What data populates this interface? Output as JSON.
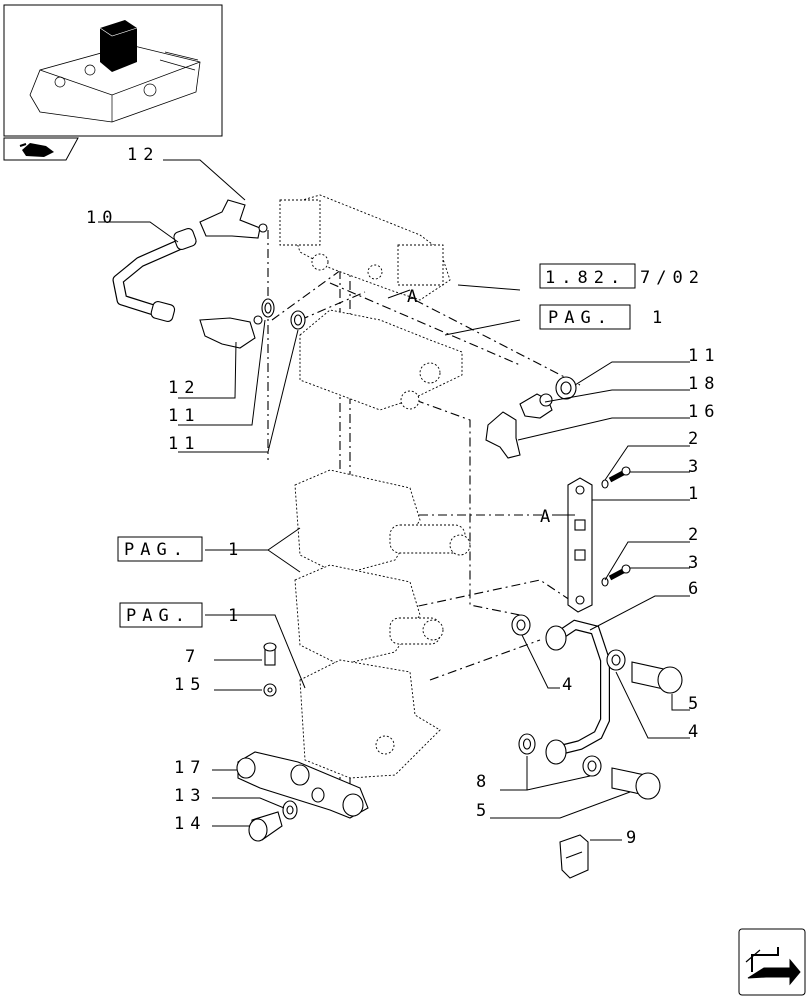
{
  "callouts": {
    "c10": "10",
    "c12_top": "12",
    "c12_left": "12",
    "c11_a": "11",
    "c11_b": "11",
    "c11_right": "11",
    "c18": "18",
    "c16": "16",
    "c2_top": "2",
    "c3_top": "3",
    "c1": "1",
    "c2_mid": "2",
    "c3_mid": "3",
    "c6": "6",
    "c4_left": "4",
    "c5_right": "5",
    "c4_right": "4",
    "c7": "7",
    "c15": "15",
    "c17": "17",
    "c13": "13",
    "c14": "14",
    "c8": "8",
    "c5_bottom": "5",
    "c9": "9",
    "marker_a_top": "A",
    "marker_a_side": "A"
  },
  "references": {
    "ref_1": {
      "prefix": "1.82.",
      "suffix": "7/02"
    },
    "ref_pag_top": {
      "box": "PAG.",
      "num": "1"
    },
    "ref_pag_mid": {
      "box": "PAG.",
      "num": "1"
    },
    "ref_pag_low": {
      "box": "PAG.",
      "num": "1"
    }
  },
  "icons": [
    "overview-thumbnail",
    "pointer-hand-icon",
    "next-page-arrow-icon"
  ]
}
